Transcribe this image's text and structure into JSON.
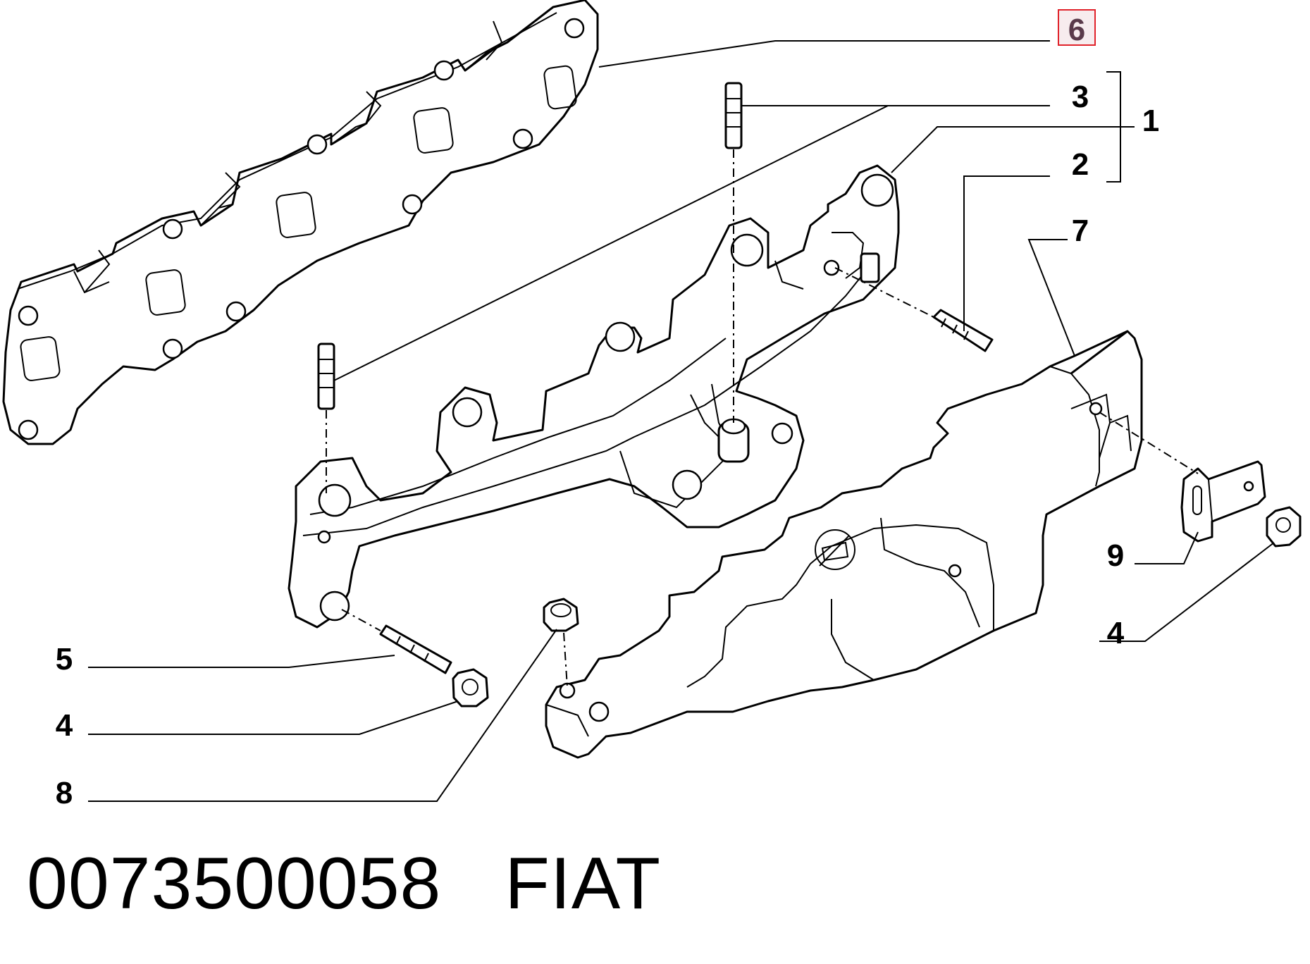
{
  "callouts": {
    "c1": "1",
    "c2": "2",
    "c3": "3",
    "c4a": "4",
    "c4b": "4",
    "c5": "5",
    "c6": "6",
    "c7": "7",
    "c8": "8",
    "c9": "9"
  },
  "highlighted_callout": "6",
  "colors": {
    "highlight_border": "#e0222a",
    "highlight_fill": "#f7ecee",
    "line": "#000000"
  },
  "footer": {
    "part_number": "0073500058",
    "brand": "FIAT"
  }
}
